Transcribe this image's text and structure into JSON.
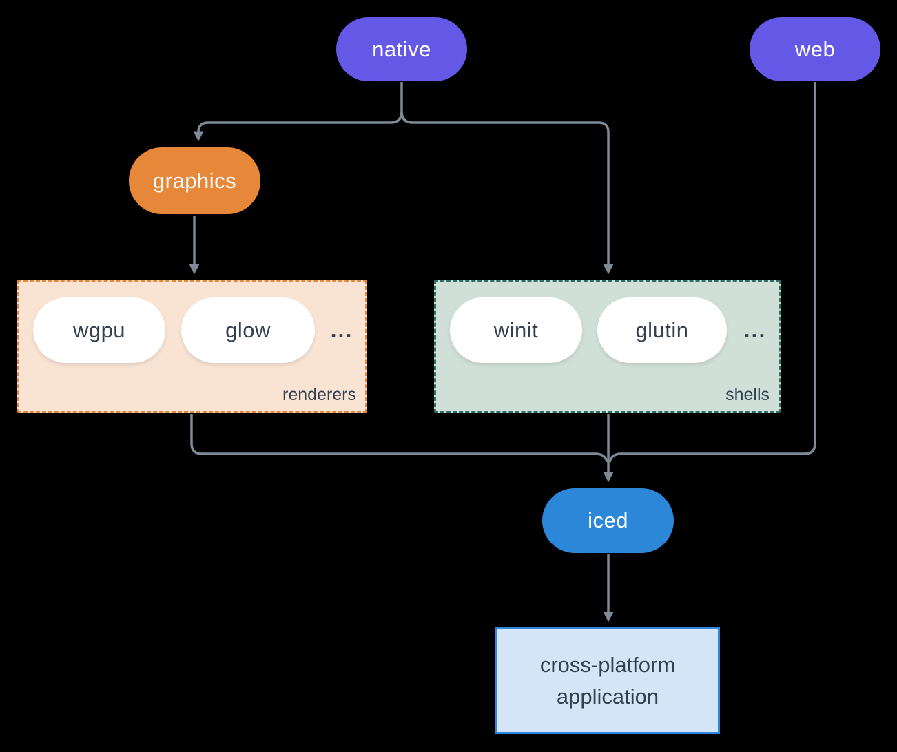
{
  "nodes": {
    "native": {
      "label": "native",
      "color": "#6458e6"
    },
    "web": {
      "label": "web",
      "color": "#6458e6"
    },
    "graphics": {
      "label": "graphics",
      "color": "#e6873a"
    },
    "iced": {
      "label": "iced",
      "color": "#2d87d8"
    },
    "application": {
      "label": "cross-platform application",
      "background": "#d4e5f7",
      "border": "#2e86de"
    }
  },
  "groups": {
    "renderers": {
      "label": "renderers",
      "ellipsis": "...",
      "items": [
        {
          "label": "wgpu"
        },
        {
          "label": "glow"
        }
      ],
      "background": "#f9e4d4",
      "border": "#e6873a"
    },
    "shells": {
      "label": "shells",
      "ellipsis": "...",
      "items": [
        {
          "label": "winit"
        },
        {
          "label": "glutin"
        }
      ],
      "background": "#d0e0d9",
      "border": "#2e6f63"
    }
  },
  "edges": [
    {
      "from": "native",
      "to": "graphics"
    },
    {
      "from": "native",
      "to": "shells"
    },
    {
      "from": "graphics",
      "to": "renderers"
    },
    {
      "from": "renderers",
      "to": "iced"
    },
    {
      "from": "shells",
      "to": "iced"
    },
    {
      "from": "web",
      "to": "iced"
    },
    {
      "from": "iced",
      "to": "application"
    }
  ],
  "colors": {
    "background": "#000000",
    "connector": "#7d8a98",
    "text_dark": "#33404f",
    "pill_text_light": "#ffffff",
    "pill_white": "#ffffff"
  }
}
